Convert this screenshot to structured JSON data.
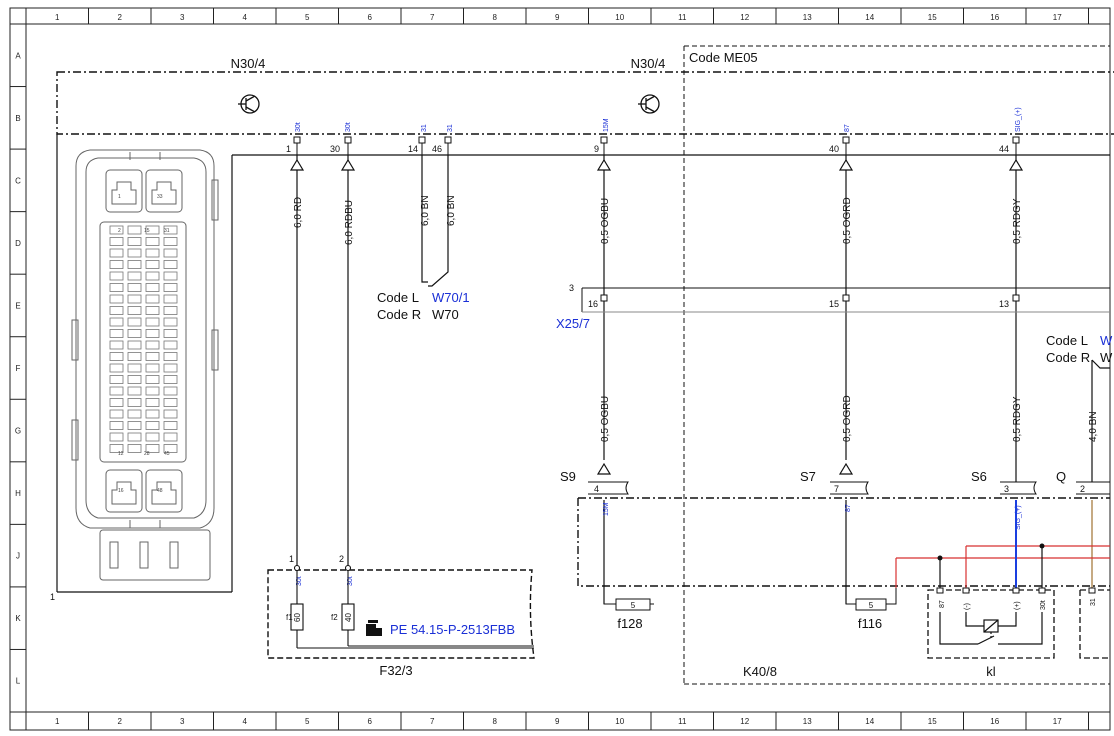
{
  "grid": {
    "columns": [
      "1",
      "2",
      "3",
      "4",
      "5",
      "6",
      "7",
      "8",
      "9",
      "10",
      "11",
      "12",
      "13",
      "14",
      "15",
      "16",
      "17"
    ],
    "rows": [
      "A",
      "B",
      "C",
      "D",
      "E",
      "F",
      "G",
      "H",
      "J",
      "K",
      "L"
    ]
  },
  "labels": {
    "n30_left": "N30/4",
    "n30_right": "N30/4",
    "code_me05": "Code ME05",
    "code_l": "Code L",
    "code_l_val": "W70/1",
    "code_r": "Code R",
    "code_r_val": "W70",
    "code_l2": "Code L",
    "code_l2_val": "W",
    "code_r2": "Code R",
    "code_r2_val": "W",
    "x25": "X25/7",
    "x25_num": "3",
    "f32": "F32/3",
    "k40": "K40/8",
    "kl": "kl",
    "f128": "f128",
    "f116": "f116",
    "pe_ref": "PE 54.15-P-2513FBB",
    "conn_1": "1",
    "s9": "S9",
    "s7": "S7",
    "s6": "S6",
    "q": "Q"
  },
  "top_pins": [
    {
      "signal": "30t",
      "pin": "1",
      "wire": "6,0 RD"
    },
    {
      "signal": "30t",
      "pin": "30",
      "wire": "6,0 RDBU"
    },
    {
      "signal": "31",
      "pin": "14",
      "wire": "6,0 BN"
    },
    {
      "signal": "31",
      "pin": "46",
      "wire": "6,0 BN"
    },
    {
      "signal": "15M",
      "pin": "9",
      "wire": "0,5 OGBU"
    },
    {
      "signal": "87",
      "pin": "40",
      "wire": "0,5 OGRD"
    },
    {
      "signal": "SIG_(+)",
      "pin": "44",
      "wire": "0,5 RDGY"
    }
  ],
  "x25_pins": [
    "16",
    "15",
    "13"
  ],
  "lower_wires": [
    "0,5 OGBU",
    "0,5 OGRD",
    "0,5 RDGY",
    "4,0 BN"
  ],
  "k40_pins": [
    {
      "pin": "4",
      "signal": "15M"
    },
    {
      "pin": "7",
      "signal": "87"
    },
    {
      "pin": "3",
      "signal": "SIG_(+)"
    },
    {
      "pin": "2",
      "signal": ""
    }
  ],
  "fuses": {
    "f1_pin": "1",
    "f1_sig": "30t",
    "f1_name": "f1",
    "f1_val": "60",
    "f2_pin": "2",
    "f2_sig": "30t",
    "f2_name": "f2",
    "f2_val": "40",
    "f128_val": "5",
    "f116_val": "5"
  },
  "relay_pins": [
    "87",
    "(-)",
    "(+)",
    "30t",
    "31"
  ],
  "connector": {
    "cavity_top_left": "1",
    "cavity_top_right": "33",
    "cavity_bot_left": "16",
    "cavity_bot_right": "48",
    "pin_2": "2",
    "pin_15": "15",
    "pin_31": "31",
    "pin_12": "12",
    "pin_28": "28",
    "pin_45": "45"
  }
}
